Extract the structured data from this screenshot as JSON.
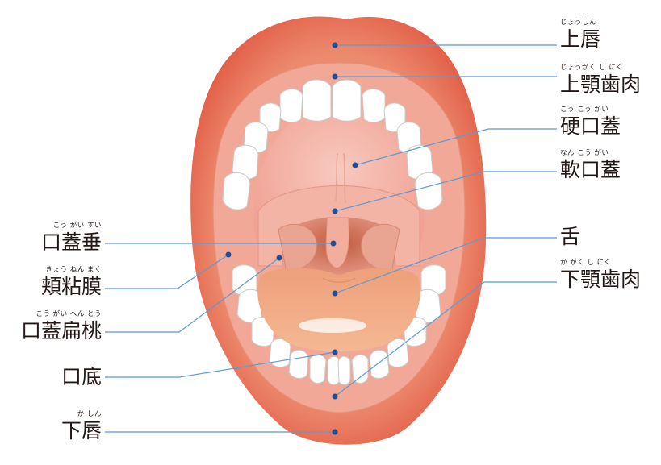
{
  "labels": {
    "upper_lip": {
      "text": "上唇",
      "reading": "じょうしん"
    },
    "upper_gum": {
      "text": "上顎歯肉",
      "reading": "じょうがく し にく"
    },
    "hard_palate": {
      "text": "硬口蓋",
      "reading": "こう こう がい"
    },
    "soft_palate": {
      "text": "軟口蓋",
      "reading": "なん こう がい"
    },
    "tongue": {
      "text": "舌",
      "reading": ""
    },
    "lower_gum": {
      "text": "下顎歯肉",
      "reading": "か がく し にく"
    },
    "uvula": {
      "text": "口蓋垂",
      "reading": "こう がい すい"
    },
    "buccal_mucosa": {
      "text": "頬粘膜",
      "reading": "きょう ねん まく"
    },
    "palatine_tonsil": {
      "text": "口蓋扁桃",
      "reading": "こう がい へん とう"
    },
    "floor_of_mouth": {
      "text": "口底",
      "reading": ""
    },
    "lower_lip": {
      "text": "下唇",
      "reading": "か しん"
    }
  },
  "colors": {
    "lip_outer": "#e8896b",
    "lip_dark": "#e0533f",
    "mucosa": "#f0a795",
    "palate": "#f4b7aa",
    "tongue": "#f1a97e",
    "teeth": "#ffffff",
    "leader_line": "#5b9bd5",
    "dot": "#1f4e96"
  }
}
